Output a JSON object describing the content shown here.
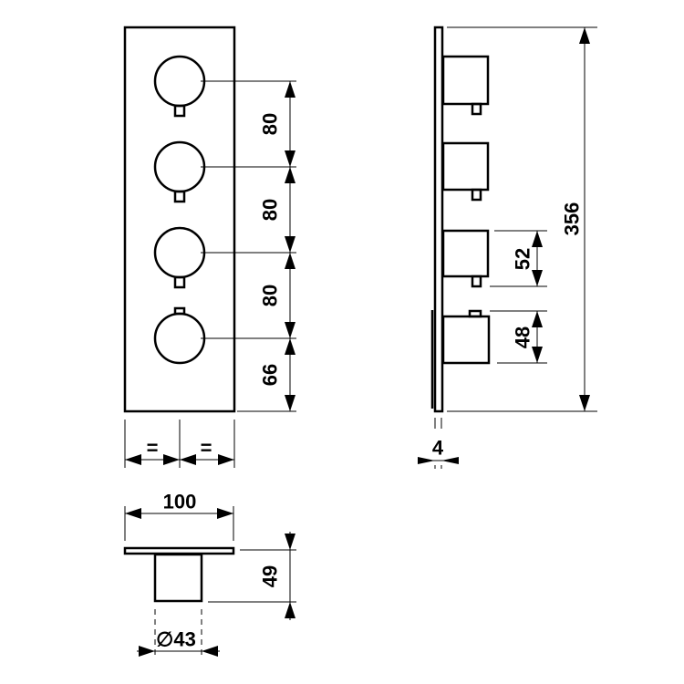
{
  "drawing": {
    "front_view": {
      "knob_spacing_labels": [
        "80",
        "80",
        "80"
      ],
      "bottom_offset_label": "66",
      "equal_labels": [
        "=",
        "="
      ]
    },
    "side_view": {
      "height_label": "356",
      "cartridge_height_label": "52",
      "knob_height_label": "48",
      "plate_thickness_label": "4"
    },
    "top_view": {
      "width_label": "100",
      "depth_label": "49",
      "diameter_label": "∅43"
    },
    "colors": {
      "line": "#000000",
      "background": "#ffffff"
    }
  }
}
